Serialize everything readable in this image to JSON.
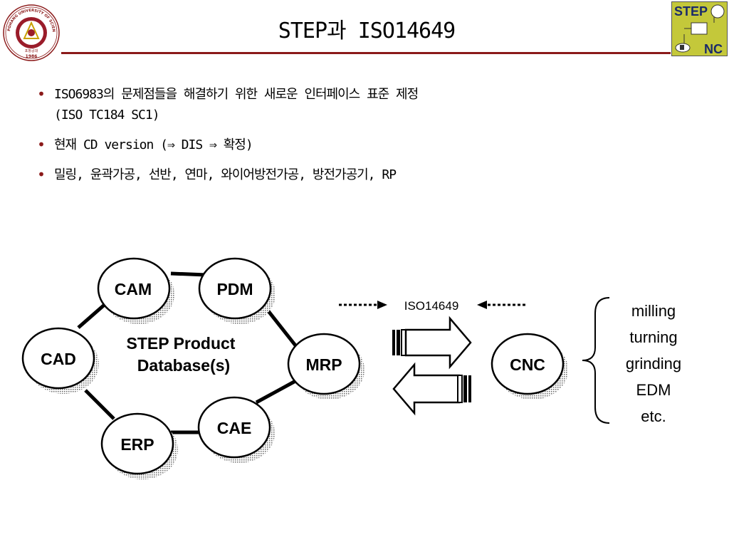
{
  "header": {
    "title": "STEP과  ISO14649",
    "left_logo": {
      "icon": "university-seal-icon",
      "ring_text": "POHANG UNIVERSITY OF SCIENCE AND TECHNOLOGY",
      "korean_text": "포항공대",
      "year": "1986"
    },
    "right_logo": {
      "icon": "step-nc-logo-icon",
      "top_text": "STEP",
      "bottom_text": "NC"
    }
  },
  "bullets": [
    {
      "text": "ISO6983의 문제점들을 해결하기 위한 새로운 인터페이스 표준 제정",
      "subtext": "(ISO TC184 SC1)"
    },
    {
      "text": "현재 CD version (⇒ DIS ⇒ 확정)"
    },
    {
      "text": "밀링, 윤곽가공, 선반, 연마, 와이어방전가공, 방전가공기, RP"
    }
  ],
  "diagram": {
    "center_label_line1": "STEP Product",
    "center_label_line2": "Database(s)",
    "nodes": {
      "cam": "CAM",
      "pdm": "PDM",
      "cad": "CAD",
      "mrp": "MRP",
      "erp": "ERP",
      "cae": "CAE",
      "cnc": "CNC"
    },
    "interface_label": "ISO14649",
    "processes": [
      "milling",
      "turning",
      "grinding",
      "EDM",
      "etc."
    ]
  },
  "colors": {
    "accent": "#8b1a1a",
    "node_shadow": "#808080",
    "logo_green": "#c4c83a"
  }
}
